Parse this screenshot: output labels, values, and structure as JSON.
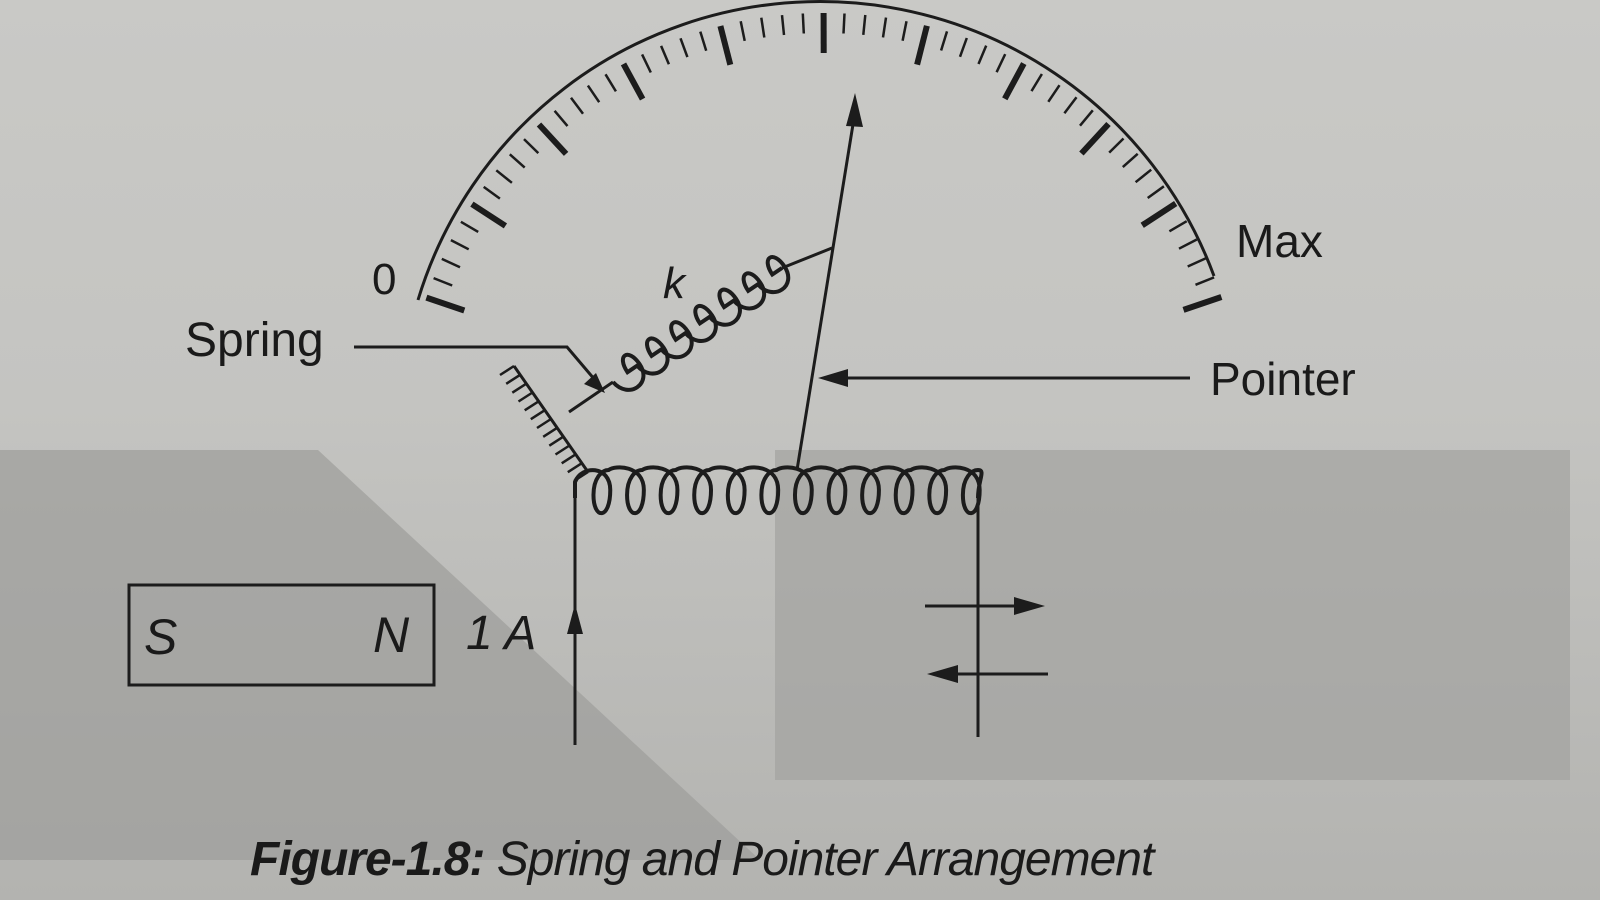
{
  "scale": {
    "min_label": "0",
    "max_label": "Max"
  },
  "labels": {
    "spring": "Spring",
    "spring_constant": "k",
    "pointer": "Pointer",
    "current": "1 A"
  },
  "magnet": {
    "south": "S",
    "north": "N"
  },
  "caption": {
    "label": "Figure-1.8:",
    "text": " Spring and Pointer Arrangement"
  }
}
